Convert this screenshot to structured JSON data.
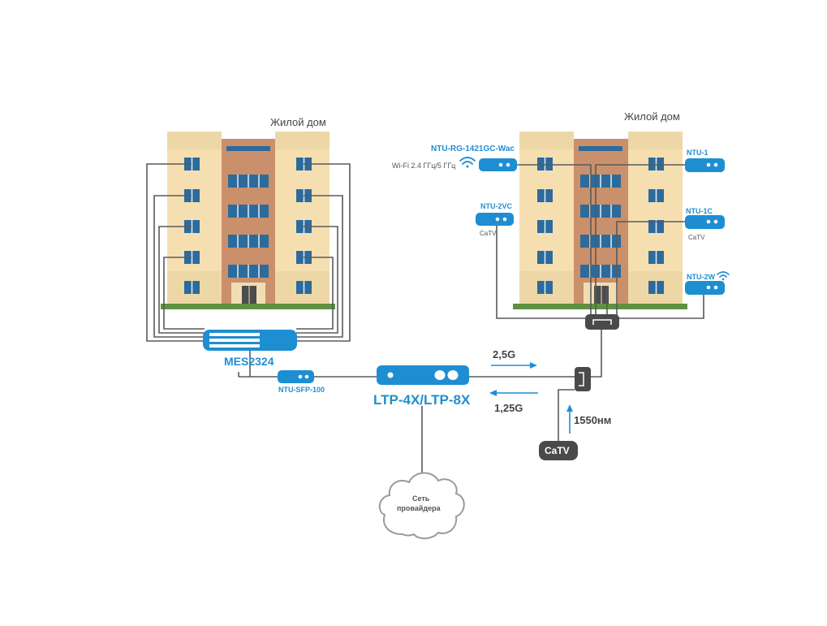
{
  "colors": {
    "device_blue": "#1e8ed2",
    "wire": "#5a5a5a",
    "building_side": "#f5dfb1",
    "building_side_base": "#eed7a6",
    "building_center": "#c9906b",
    "building_roof": "#eed7a6",
    "window_blue": "#2c6b9c",
    "window_light": "#e3eef8",
    "grass": "#5e9140",
    "label_blue": "#1f8fd1",
    "catv_box": "#4a4a4a",
    "cloud_stroke": "#9a9a9a"
  },
  "buildings": {
    "left_title": "Жилой дом",
    "right_title": "Жилой дом"
  },
  "devices": {
    "mes_switch": "MES2324",
    "ntu_sfp": "NTU-SFP-100",
    "olt": "LTP-4X/LTP-8X",
    "ntu_rg": "NTU-RG-1421GC-Wac",
    "wifi_note": "Wi-Fi 2.4 ГГц/5 ГГц",
    "ntu_2vc": "NTU-2VC",
    "ntu_2vc_note": "CaTV",
    "ntu_1": "NTU-1",
    "ntu_1c": "NTU-1C",
    "ntu_1c_note": "CaTV",
    "ntu_2w": "NTU-2W"
  },
  "links": {
    "downstream": "2,5G",
    "upstream": "1,25G",
    "catv_wavelength": "1550нм",
    "catv_source": "CaTV"
  },
  "cloud": {
    "line1": "Сеть",
    "line2": "провайдера"
  }
}
